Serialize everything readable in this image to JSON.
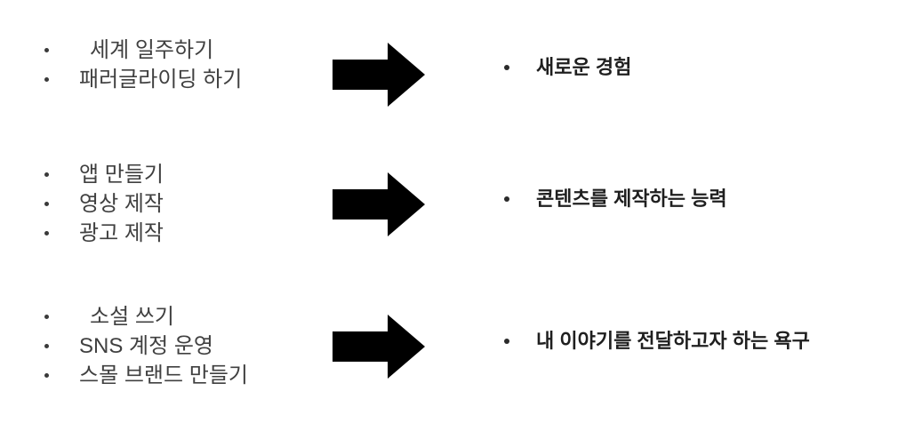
{
  "canvas": {
    "background_color": "#ffffff",
    "text_color_inputs": "#404040",
    "text_color_outcomes": "#1f1f1f",
    "arrow_color": "#000000"
  },
  "groups": [
    {
      "inputs": [
        {
          "text": "세계 일주하기",
          "indented": true
        },
        {
          "text": "패러글라이딩 하기",
          "indented": false
        }
      ],
      "arrow": "right-arrow",
      "outcome": "새로운 경험"
    },
    {
      "inputs": [
        {
          "text": "앱 만들기",
          "indented": false
        },
        {
          "text": "영상 제작",
          "indented": false
        },
        {
          "text": "광고 제작",
          "indented": false
        }
      ],
      "arrow": "right-arrow",
      "outcome": "콘텐츠를 제작하는 능력"
    },
    {
      "inputs": [
        {
          "text": "소설 쓰기",
          "indented": true
        },
        {
          "text": "SNS 계정 운영",
          "indented": false
        },
        {
          "text": "스몰 브랜드 만들기",
          "indented": false
        }
      ],
      "arrow": "right-arrow",
      "outcome": "내 이야기를 전달하고자 하는 욕구"
    }
  ]
}
